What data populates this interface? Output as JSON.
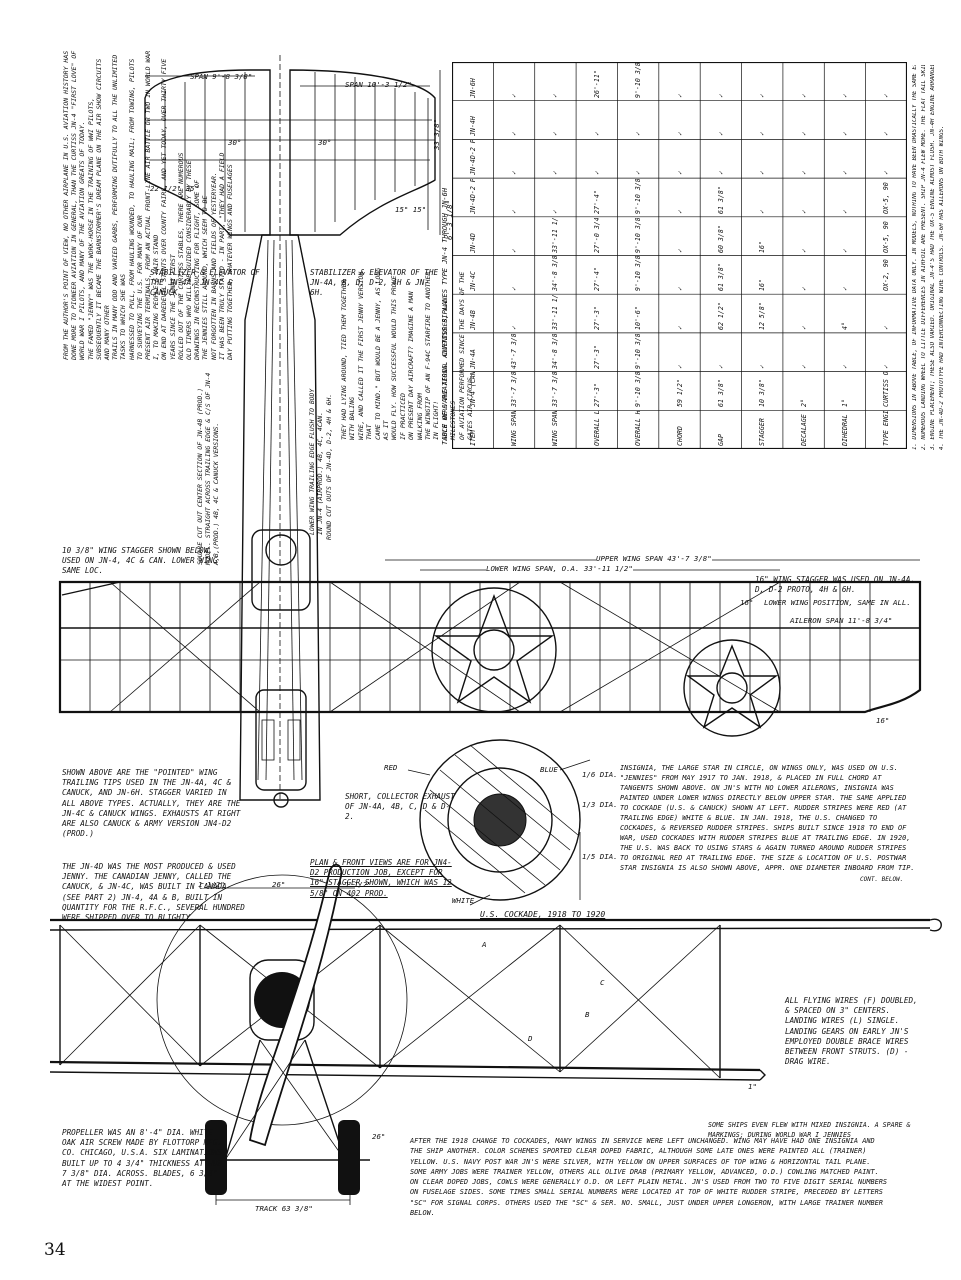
{
  "page_number": "34",
  "top_view_labels": {
    "span_stab_4": "SPAN 9'-8 3/8\"",
    "span_stab_6": "SPAN 10'-3 1/2\"",
    "angle_30a": "30°",
    "angle_30b": "30°",
    "dim_33": "33 3/8\"",
    "dim_22": "22 1/2\" 35\"",
    "dim_15": "15\" 15\"",
    "dim_6": "6'-3 1/8\"",
    "stab_left": "STABILIZER & ELEVATOR OF THE JN-4A, JN-4C & CANUCK.",
    "stab_right": "STABILIZER & ELEVATOR OF THE JN-4A, B, D, D-2, 4H & JN-6H."
  },
  "history_text": "FROM THE AUTHOR'S POINT OF VIEW, NO OTHER AIRPLANE IN U.S. AVIATION HISTORY HAS DONE MORE TO PIONEER AVIATION IN GENERAL, THAN THE CURTISS JN-4 \"FIRST LOVE\" OF WORLD WAR I PILOTS, AND MANY OF THE AVIATION GREATS OF TODAY.\nTHE FAMED \"JENNY\" WAS THE WORK-HORSE IN THE TRAINING OF WWI PILOTS, SUBSEQUENTLY IT BECAME THE BARNSTORMER'S DREAM PLANE ON THE AIR SHOW CIRCUITS AND MANY OTHER\nTRAILS IN MANY ODD AND VARIED GARBS, PERFORMING DUTIFULLY TO ALL THE UNLIMITED TASKS TO WHICH SHE WAS\nHARNESSED TO PULL, FROM HAULING WOUNDED, TO HAULING MAIL; FROM TOWING, PILOTS TO SURVEYING THE U.S. FOR MANY OF OUR\nPRESENT AIR TERMINALS, FROM AN ACTUAL FRONT-LINE AIR BATTLE OR TWO IN WORLD WAR I, TO MAKING PEOPLE'S HAIR STAND\nON END AT DAREDEVIL STUNTS OVER COUNTY FAIRS, AND YET TODAY, OVER THIRTY FIVE YEARS SINCE THE JENNY FIRST\nROLLED OUT OF THE CURTISS STABLES, THERE ARE NUMEROUS\nOLD TIMERS WHO WILL BE GUIDED CONSIDERABLY BY THESE\nDRAWINGS IN RECONSTRUCTING FOR FLIGHT, SOME OF\nTHE JENNIES STILL AROUND, WHICH SEEM TO BE\nNOT FORGOTTEN IN BARNS AND FIELDS OF YESTERYEAR.\nIT HAS BEEN TRULY STATED - IN PART, \"THEY HAD A FIELD\nDAY PUTTING TOGETHER, WHATEVER WINGS AND FUSELAGES",
  "history_text_2": "THEY HAD LYING AROUND, TIED THEM TOGETHER WITH BALING\nWIRE, AND CALLED IT THE FIRST JENNY VERSION THAT\nCAME TO MIND.\" BUT WOULD BE A JENNY, AS LONG AS IT\nWOULD FLY. HOW SUCCESSFUL WOULD THIS PROVE IF PRACTICED\nON PRESENT DAY AIRCRAFT? IMAGINE A MAN WALKING FROM\nTHE WINGTIP OF AN F-94C STARFIRE TO ANOTHER IN FLIGHT!\nSUCH WERE THE AERIAL ADVENTURES, ALL MILESTONES\nOF AVIATION PERFORMED SINCE THE DAYS OF THE GATES AIR CIRCUS.",
  "center_labels": {
    "square_cutout": "SQUARE CUT OUT CENTER SECTION OF JN-4B (PROD.) MODEL. STRAIGHT ACROSS TRAILING EDGE & C/S OF JN-4 A,B,(PROD.) 4B, 4C & CANUCK VERSIONS.",
    "lower_trailing": "LOWER WING TRAILING EDGE FLUSH TO BODY IN JN-4 (AIRPROD.) 4B, 4C, 4CAN.",
    "round_cutouts": "ROUND CUT OUTS OF JN-4D, D-2, 4H & 6H."
  },
  "table": {
    "title": "TABLE OF VARIATIONS. CURTISS BIPLANES TYPE JN-4 THROUGH JN-6H",
    "columns": [
      "ITEM",
      "JN-4 (CANUCK)",
      "JN-4A",
      "JN-4B",
      "JN-4C",
      "JN-4D",
      "JN-4D-2 PROTOTYPE",
      "JN-4D-2 PRODUCTION",
      "JN-4H",
      "JN-6H"
    ],
    "rows": [
      {
        "item": "WING SPAN UPPER",
        "values": [
          "33'-7 3/8\"",
          "43'-7 3/8\"",
          "",
          "",
          "",
          "",
          "",
          "",
          ""
        ]
      },
      {
        "item": "WING SPAN LOWER",
        "values": [
          "33'-7 3/8\"",
          "34'-8 3/8\"",
          "33'-11 1/2\"",
          "34'-8 3/8\"",
          "33'-11 1/2\"",
          "",
          "",
          "",
          ""
        ]
      },
      {
        "item": "OVERALL LENGTH",
        "values": [
          "27'-3\"",
          "27'-3\"",
          "27'-3\"",
          "27'-4\"",
          "27'-0 3/4\"",
          "27'-4\"",
          "",
          "",
          "26'-11\""
        ]
      },
      {
        "item": "OVERALL HEIGHT",
        "values": [
          "9'-10 3/8\"",
          "9'-10 3/8\"",
          "10'-6\"",
          "9'-10 3/8\"",
          "9'-10 3/8\"",
          "9'-10 3/8\"",
          "",
          "",
          "9'-10 3/8\""
        ]
      },
      {
        "item": "CHORD",
        "values": [
          "59 1/2\"",
          "",
          "",
          "",
          "",
          "",
          "",
          "",
          ""
        ]
      },
      {
        "item": "GAP",
        "values": [
          "61 3/8\"",
          "",
          "62 1/2\"",
          "61 3/8\"",
          "60 3/8\"",
          "61 3/8\"",
          "",
          "",
          ""
        ]
      },
      {
        "item": "STAGGER",
        "values": [
          "10 3/8\"",
          "",
          "12 5/8\"",
          "16\"",
          "16\"",
          "",
          "",
          "",
          ""
        ]
      },
      {
        "item": "DECALAGE",
        "values": [
          "2°",
          "",
          "",
          "",
          "",
          "",
          "",
          "",
          ""
        ]
      },
      {
        "item": "DIHEDRAL",
        "values": [
          "1°",
          "",
          "4°",
          "",
          "",
          "",
          "",
          "",
          ""
        ]
      },
      {
        "item": "TYPE ENGINE",
        "values": [
          "CURTISS OX-5 90",
          "",
          "",
          "OX-2, 90",
          "OX-5, 90",
          "OX-5, 90",
          "",
          "",
          ""
        ]
      }
    ]
  },
  "table_footnotes": [
    "1. DIMENSIONS IN ABOVE TABLE, OF INFORMATIVE DATA ONLY. IN MODELS, NOTHING TO HAVE BEEN DRASTICALLY THE SAME EXCEPT THE CHANGES NOTED.",
    "2. NUMEROUS LANDING WHEEL TO LITTLE DIFFERENCES IN AIRFOIL ARE PRESENT. SHIP JN-4 FLEW MORE. THE FLAT TAIL SKID.",
    "3. ENGINE PLACEMENT; THESE ALSO VARIED. ORIGINAL JN-4'S HAD THE OX-5 ENGINE ALMOST FLUSH. JN-4H ENGINE ARRANGED WITH THE HISSO.",
    "4. THE JN-4D-2 PROTOTYPE HAD INTERCONNECTING WIRE CONTROLS. JN-6H HAS AILERONS ON BOTH WINGS."
  ],
  "plan_labels": {
    "stagger_left": "10 3/8\" WING STAGGER SHOWN BELOW, USED ON JN-4, 4C & CAN. LOWER WING SAME LOC.",
    "stagger_left_dim": "10 3/8\"",
    "upper_span": "UPPER WING SPAN 43'-7 3/8\"",
    "lower_span": "LOWER WING SPAN, O.A. 33'-11 1/2\"",
    "stagger_right": "16\" WING STAGGER WAS USED ON JN-4A, D, D-2 PROTO, 4H & 6H.",
    "lower_pos": "LOWER WING POSITION, SAME IN ALL.",
    "dim_16": "16\"",
    "aileron_span": "AILERON SPAN 11'-8 3/4\"",
    "dim_16b": "16\""
  },
  "tip_note": "SHOWN ABOVE ARE THE \"POINTED\" WING TRAILING TIPS USED IN THE JN-4A, 4C & CANUCK, AND JN-6H. STAGGER VARIED IN ALL ABOVE TYPES. ACTUALLY, THEY ARE THE JN-4C & CANUCK WINGS. EXHAUSTS AT RIGHT ARE ALSO CANUCK & ARMY VERSION JN4-D2 (PROD.)",
  "exhaust_note": "SHORT, COLLECTOR EXHAUST OF JN-4A, 4B, C, D & D-2.",
  "cockade": {
    "red": "RED",
    "blue": "BLUE",
    "white": "WHITE",
    "dim1": "1/6 DIA.",
    "dim2": "1/3 DIA.",
    "dim3": "1/5 DIA.",
    "caption": "U.S. COCKADE, 1918 TO 1920"
  },
  "insignia_text": "INSIGNIA, THE LARGE STAR IN CIRCLE, ON WINGS ONLY, WAS USED ON U.S. \"JENNIES\" FROM MAY 1917 TO JAN. 1918, & PLACED IN FULL CHORD AT TANGENTS SHOWN ABOVE. ON JN'S WITH NO LOWER AILERONS, INSIGNIA WAS PAINTED UNDER LOWER WINGS DIRECTLY BELOW UPPER STAR. THE SAME APPLIED TO COCKADE (U.S. & CANUCK) SHOWN AT LEFT. RUDDER STRIPES WERE RED (AT TRAILING EDGE) WHITE & BLUE. IN JAN. 1918, THE U.S. CHANGED TO COCKADES, & REVERSED RUDDER STRIPES. SHIPS BUILT SINCE 1918 TO END OF WAR, USED COCKADES WITH RUDDER STRIPES BLUE AT TRAILING EDGE. IN 1920, THE U.S. WAS BACK TO USING STARS & AGAIN TURNED AROUND RUDDER STRIPES TO ORIGINAL RED AT TRAILING EDGE. THE SIZE & LOCATION OF U.S. POSTWAR STAR INSIGNIA IS ALSO SHOWN ABOVE, APPR. ONE DIAMETER INBOARD FROM TIP.",
  "insignia_cont": "CONT. BELOW.",
  "jn4d_note": "THE JN-4D WAS THE MOST PRODUCED & USED JENNY. THE CANADIAN JENNY, CALLED THE CANUCK, & JN-4C, WAS BUILT IN CANADA (SEE PART 2) JN-4, 4A & B, BUILT IN QUANTITY FOR THE R.F.C., SEVERAL HUNDRED WERE SHIPPED OVER TO BLIGHTY.",
  "plan_front_note": "PLAN & FRONT VIEWS ARE FOR JN4-D2 PRODUCTION JOB, EXCEPT FOR 16\" STAGGER SHOWN, WHICH WAS 12 5/8\" ON 402 PROD.",
  "front_labels": {
    "d1": "1 1/2\"",
    "d2": "26\"",
    "d3": "1 1/2\"",
    "d4": "26\"",
    "track": "TRACK 63 3/8\"",
    "wire_a": "A",
    "wire_b": "B",
    "wire_c": "C",
    "wire_d": "D",
    "one": "1\""
  },
  "flying_wires_note": "ALL FLYING WIRES (F) DOUBLED, & SPACED ON 3\" CENTERS. LANDING WIRES (L) SINGLE. LANDING GEARS ON EARLY JN'S EMPLOYED DOUBLE BRACE WIRES BETWEEN FRONT STRUTS. (D) - DRAG WIRE.",
  "propeller_note": "PROPELLER WAS AN 8'-4\" DIA. WHITE OAK AIR SCREW MADE BY FLOTTORP MFG. CO. CHICAGO, U.S.A. SIX LAMINATIONS, BUILT UP TO 4 3/4\" THICKNESS AT HUB, 7 3/8\" DIA. ACROSS. BLADES, 6 3/8\" AT THE WIDEST POINT.",
  "cockades_note": "AFTER THE 1918 CHANGE TO COCKADES, MANY WINGS IN SERVICE WERE LEFT UNCHANGED. WING MAY HAVE HAD ONE INSIGNIA AND THE SHIP ANOTHER. COLOR SCHEMES SPORTED CLEAR DOPED FABRIC, ALTHOUGH SOME LATE ONES WERE PAINTED ALL (TRAINER) YELLOW. U.S. NAVY POST WAR JN'S WERE SILVER, WITH YELLOW ON UPPER SURFACES OF TOP WING & HORIZONTAL TAIL PLANE. SOME ARMY JOBS WERE TRAINER YELLOW, OTHERS ALL OLIVE DRAB (PRIMARY YELLOW, ADVANCED, O.D.) COWLING MATCHED PAINT. ON CLEAR DOPED JOBS, COWLS WERE GENERALLY O.D. OR LEFT PLAIN METAL. JN'S USED FROM TWO TO FIVE DIGIT SERIAL NUMBERS ON FUSELAGE SIDES. SOME TIMES SMALL SERIAL NUMBERS WERE LOCATED AT TOP OF WHITE RUDDER STRIPE, PRECEDED BY LETTERS \"SC\" FOR SIGNAL CORPS. OTHERS USED THE \"SC\" & SER. NO. SMALL, JUST UNDER UPPER LONGERON, WITH LARGE TRAINER NUMBER BELOW.",
  "mixed_note": "SOME SHIPS EVEN FLEW WITH MIXED INSIGNIA. A SPARE & MARKINGS; DURING WORLD WAR I JENNIES"
}
